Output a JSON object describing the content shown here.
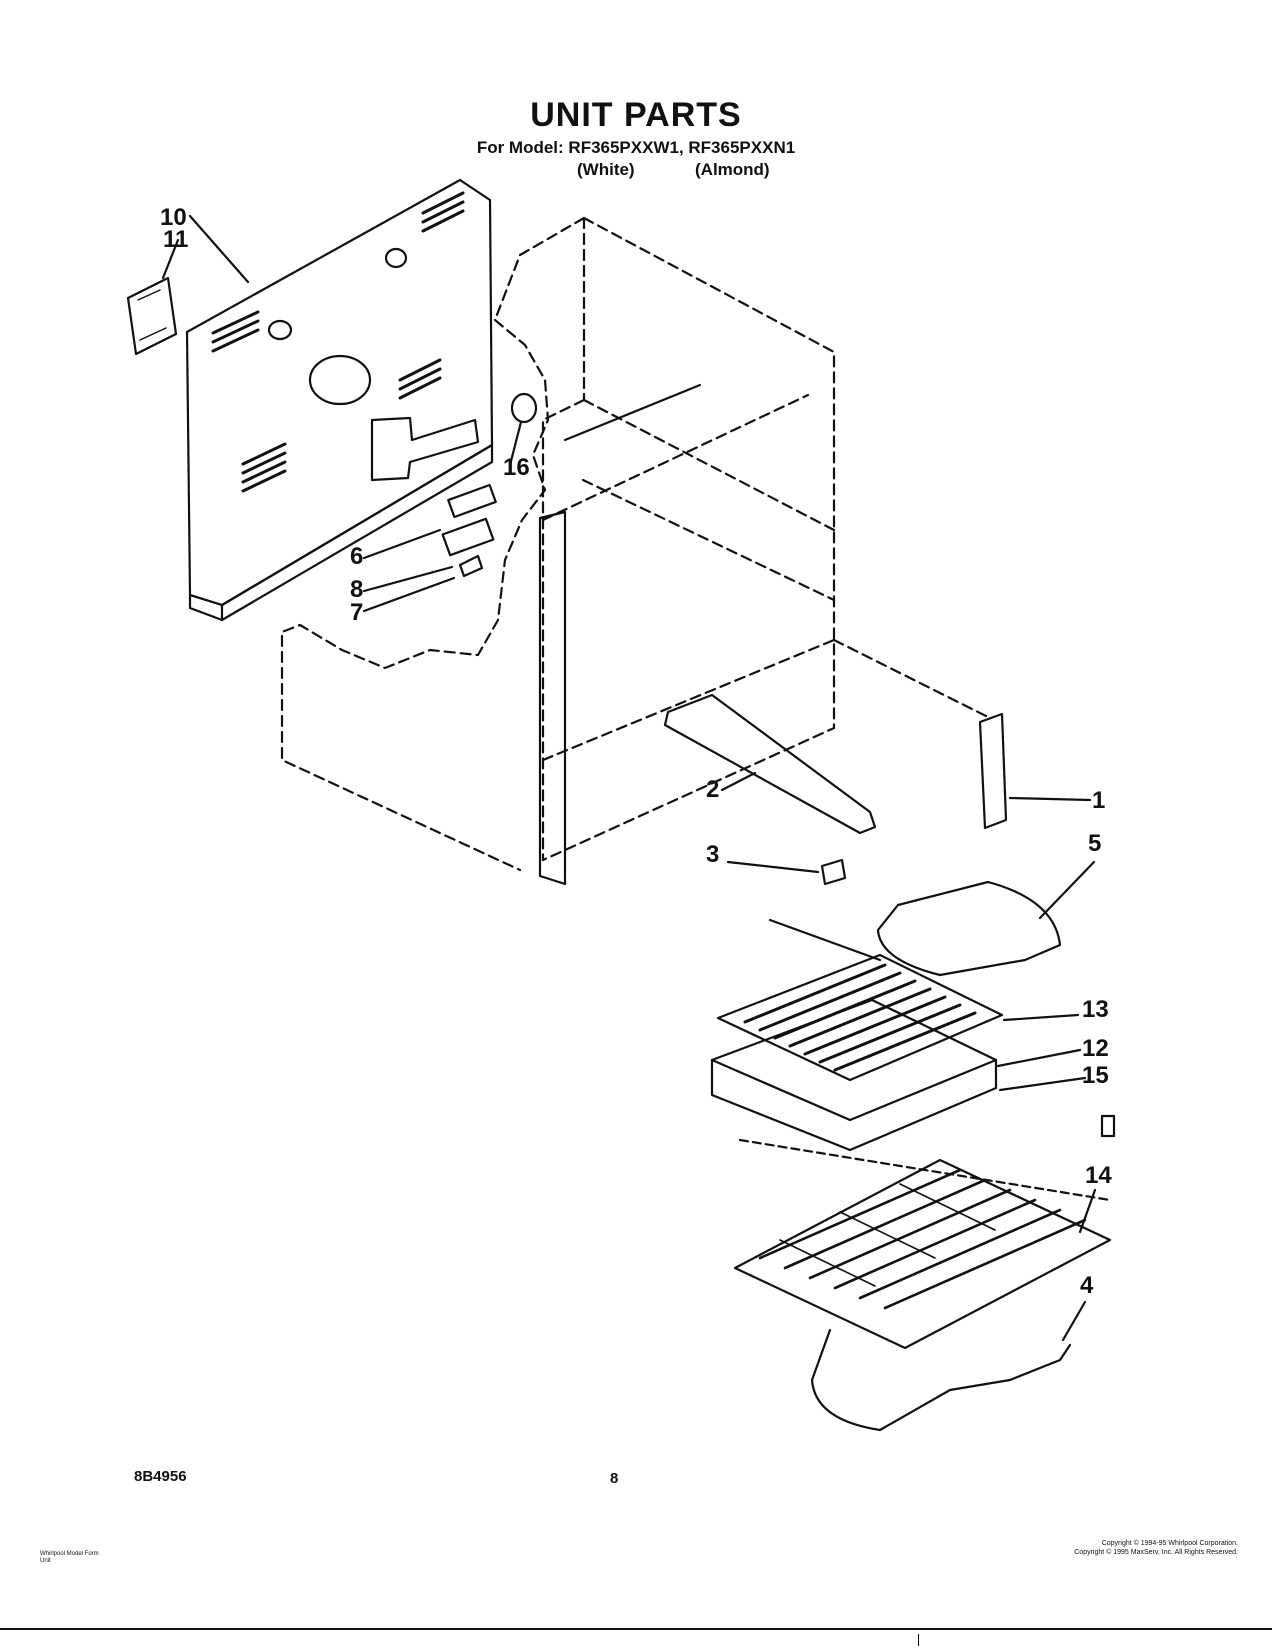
{
  "header": {
    "title": "UNIT PARTS",
    "model_line": "For Model: RF365PXXW1, RF365PXXN1",
    "variant_white": "(White)",
    "variant_almond": "(Almond)"
  },
  "callouts": {
    "c10": "10",
    "c11": "11",
    "c16": "16",
    "c6": "6",
    "c8": "8",
    "c7": "7",
    "c2": "2",
    "c3": "3",
    "c1": "1",
    "c5": "5",
    "c13": "13",
    "c12": "12",
    "c15": "15",
    "c14": "14",
    "c4": "4"
  },
  "footer": {
    "doc_number": "8B4956",
    "page_number": "8",
    "left_small_1": "Whirlpool Model Form",
    "left_small_2": "Unit",
    "copyright_1": "Copyright © 1994-95 Whirlpool Corporation.",
    "copyright_2": "Copyright © 1995 MaxServ, Inc. All Rights Reserved."
  }
}
